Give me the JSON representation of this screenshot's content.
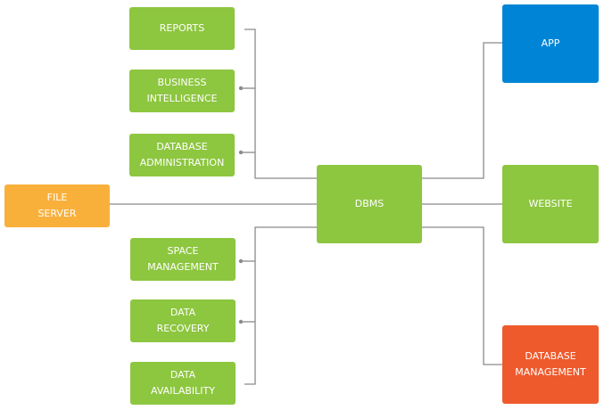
{
  "diagram": {
    "hub": {
      "label": "DBMS",
      "color": "#8dc63f"
    },
    "left_top": [
      {
        "label": "REPORTS"
      },
      {
        "label": "BUSINESS\nINTELLIGENCE"
      },
      {
        "label": "DATABASE\nADMINISTRATION"
      }
    ],
    "left_bottom": [
      {
        "label": "SPACE\nMANAGEMENT"
      },
      {
        "label": "DATA\nRECOVERY"
      },
      {
        "label": "DATA\nAVAILABILITY"
      }
    ],
    "file_server": {
      "label": "FILE\nSERVER",
      "color": "#f9b03b"
    },
    "right": [
      {
        "label": "APP",
        "color": "#0085d6"
      },
      {
        "label": "WEBSITE",
        "color": "#8dc63f"
      },
      {
        "label": "DATABASE\nMANAGEMENT",
        "color": "#ee5a2c"
      }
    ],
    "connector_color": "#8a8a8a"
  }
}
